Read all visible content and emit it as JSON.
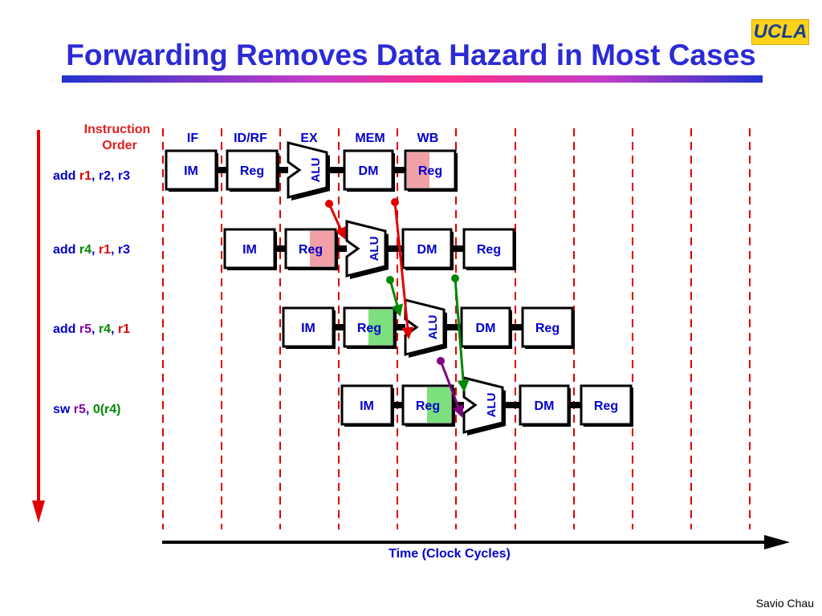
{
  "slide": {
    "title": "Forwarding Removes Data Hazard in Most Cases",
    "logo_text": "UCLA",
    "author": "Savio Chau"
  },
  "diagram": {
    "order_label_line1": "Instruction",
    "order_label_line2": "Order",
    "time_label": "Time (Clock Cycles)",
    "stage_headers": [
      "IF",
      "ID/RF",
      "EX",
      "MEM",
      "WB"
    ],
    "block_labels": {
      "im": "IM",
      "reg": "Reg",
      "alu": "ALU",
      "dm": "DM"
    },
    "instructions": [
      {
        "tokens": [
          {
            "text": "add ",
            "color": "#0000cc"
          },
          {
            "text": "r1",
            "color": "#e00000"
          },
          {
            "text": ", r2, r3",
            "color": "#0000cc"
          }
        ]
      },
      {
        "tokens": [
          {
            "text": "add ",
            "color": "#0000cc"
          },
          {
            "text": "r4",
            "color": "#008800"
          },
          {
            "text": ", ",
            "color": "#0000cc"
          },
          {
            "text": "r1",
            "color": "#e00000"
          },
          {
            "text": ", r3",
            "color": "#0000cc"
          }
        ]
      },
      {
        "tokens": [
          {
            "text": "add ",
            "color": "#0000cc"
          },
          {
            "text": "r5",
            "color": "#8800aa"
          },
          {
            "text": ", ",
            "color": "#0000cc"
          },
          {
            "text": "r4",
            "color": "#008800"
          },
          {
            "text": ", ",
            "color": "#0000cc"
          },
          {
            "text": "r1",
            "color": "#e00000"
          }
        ]
      },
      {
        "tokens": [
          {
            "text": "sw ",
            "color": "#0000cc"
          },
          {
            "text": "r5",
            "color": "#8800aa"
          },
          {
            "text": ", ",
            "color": "#0000cc"
          },
          {
            "text": "0",
            "color": "#008800"
          },
          {
            "text": "(r4)",
            "color": "#008800"
          }
        ]
      }
    ],
    "colors": {
      "title": "#2b2bd6",
      "order_label": "#e02020",
      "headers": "#0000cc",
      "dashed_lines": "#e00000",
      "forward_r1": "#e00000",
      "forward_r4": "#008800",
      "forward_r5": "#800080",
      "reg_read_r1": "#f2a0a8",
      "reg_read_green": "#7ce07c"
    }
  }
}
